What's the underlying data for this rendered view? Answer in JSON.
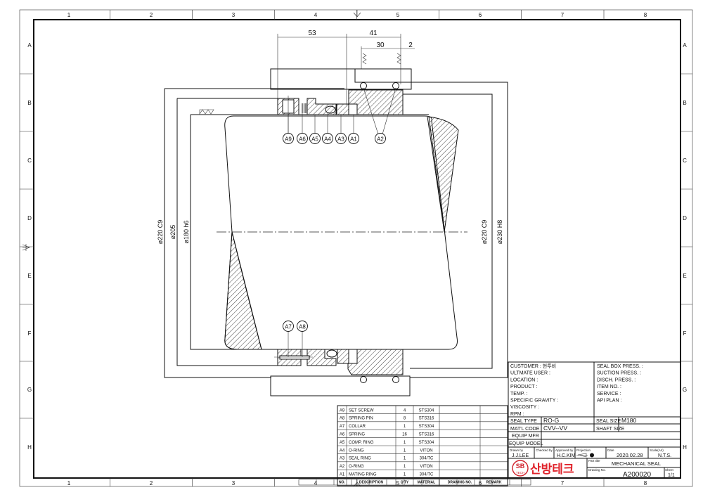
{
  "sheet": {
    "columns": [
      "1",
      "2",
      "3",
      "4",
      "5",
      "6",
      "7",
      "8"
    ],
    "rows": [
      "A",
      "B",
      "C",
      "D",
      "E",
      "F",
      "G",
      "H"
    ]
  },
  "dimensions": {
    "d53": "53",
    "d41": "41",
    "d30": "30",
    "d2": "2",
    "dia220_left": "ø220 C9",
    "dia205": "ø205",
    "dia180": "ø180 h6",
    "dia220_right": "ø220 C9",
    "dia230": "ø230 H8"
  },
  "balloons": {
    "top": [
      "A9",
      "A6",
      "A5",
      "A4",
      "A3",
      "A1",
      "A2"
    ],
    "bottom": [
      "A7",
      "A8"
    ]
  },
  "parts_list": {
    "headers": [
      "NO.",
      "DESCRIPTION",
      "Q'TY",
      "MATERIAL",
      "DRAWING NO.",
      "REMARK"
    ],
    "rows": [
      {
        "no": "A9",
        "desc": "SET SCREW",
        "qty": "4",
        "mat": "STS304"
      },
      {
        "no": "A8",
        "desc": "SPRING PIN",
        "qty": "8",
        "mat": "STS316"
      },
      {
        "no": "A7",
        "desc": "COLLAR",
        "qty": "1",
        "mat": "STS304"
      },
      {
        "no": "A6",
        "desc": "SPRING",
        "qty": "16",
        "mat": "STS316"
      },
      {
        "no": "A5",
        "desc": "COMP. RING",
        "qty": "1",
        "mat": "STS304"
      },
      {
        "no": "A4",
        "desc": "O-RING",
        "qty": "1",
        "mat": "VITON"
      },
      {
        "no": "A3",
        "desc": "SEAL RING",
        "qty": "1",
        "mat": "304/TC"
      },
      {
        "no": "A2",
        "desc": "O-RING",
        "qty": "1",
        "mat": "VITON"
      },
      {
        "no": "A1",
        "desc": "MATING RING",
        "qty": "1",
        "mat": "304/TC"
      }
    ]
  },
  "title_block": {
    "left_fields": [
      "CUSTOMER : 현투비",
      "ULTMATE USER :",
      "LOCATION :",
      "PRODUCT :",
      "TEMP. :",
      "SPECIFIC GRAVITY :",
      "VISCOSITY :",
      "RPM :"
    ],
    "right_fields": [
      "SEAL BOX PRESS. :",
      "SUCTION PRESS. :",
      "DISCH. PRESS. :",
      "ITEM NO. :",
      "SERVICE :",
      "API PLAN :"
    ],
    "seal_type_label": "SEAL TYPE",
    "seal_type": "RO-G",
    "seal_size_label": "SEAL SIZE",
    "seal_size": "M180",
    "matl_code_label": "MAT'L CODE",
    "matl_code": "CVV--VV",
    "shaft_size_label": "SHAFT SIZE",
    "equip_mfr_label": "EQUIP MFR",
    "equip_model_label": "EQUIP MODEL",
    "drawn_by_label": "Drawn by",
    "drawn_by": "J.J.LEE",
    "checked_by_label": "Checked by",
    "approved_by_label": "Approved by",
    "approved_by": "H.C.KIM",
    "projection_label": "Projection",
    "date_label": "Date",
    "date": "2020.02.28",
    "scale_label": "Scale(A4)",
    "scale": "N.T.S.",
    "part_title_label": "Part title",
    "part_title": "MECHANICAL SEAL",
    "drawing_no_label": "Drawing No.",
    "drawing_no": "A200020",
    "sheet_label": "Sheet",
    "sheet": "1/1",
    "logo_badge_top": "SB",
    "logo_badge_bottom": "TECH",
    "company": "산방테크",
    "logo_color": "#d0202a",
    "company_color": "#e0242c"
  }
}
